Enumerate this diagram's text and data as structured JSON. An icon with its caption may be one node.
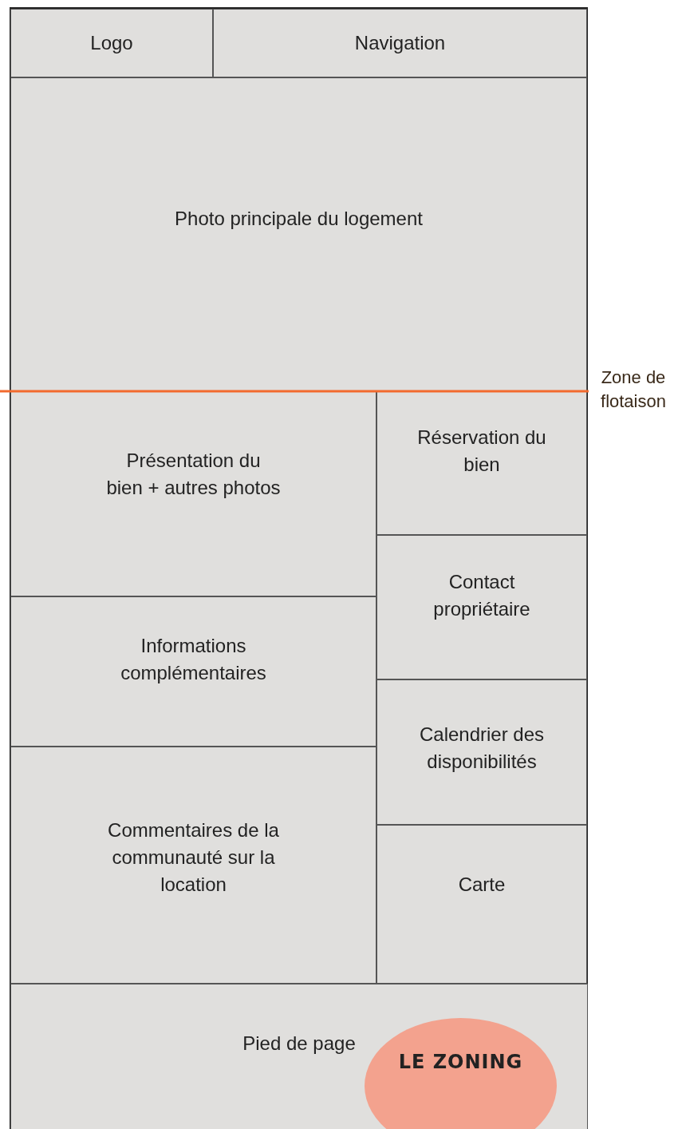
{
  "diagram": {
    "nodes": [
      {
        "text": [
          "Logo"
        ]
      },
      {
        "text": [
          "Navigation"
        ]
      },
      {
        "text": [
          "Photo principale du logement"
        ]
      },
      {
        "text": [
          "Présentation du bien + autres photos"
        ]
      },
      {
        "text": [
          "Réservation du bien"
        ]
      },
      {
        "text": [
          "Contact propriétaire"
        ]
      },
      {
        "text": [
          "Informations complémentaires"
        ]
      },
      {
        "text": [
          "Calendrier des disponibilités"
        ]
      },
      {
        "text": [
          "Commentaires de la communauté sur la location"
        ]
      },
      {
        "text": [
          "Carte"
        ]
      },
      {
        "text": [
          "Pied de page"
        ]
      },
      {
        "text": [
          "LE ZONING"
        ]
      }
    ],
    "labels": [
      "Zone de flotaison"
    ]
  }
}
